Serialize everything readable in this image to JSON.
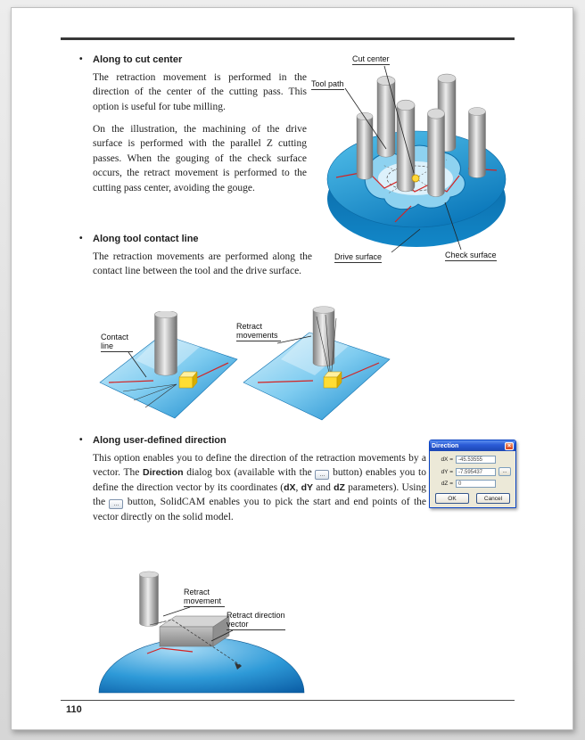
{
  "page_number": "110",
  "bullet": "•",
  "s1": {
    "heading": "Along to cut center",
    "para1": "The retraction movement is performed in the direction of the center of the cutting pass. This option is useful for tube milling.",
    "para2": "On the illustration, the machining of the drive surface is performed with the parallel Z cutting passes. When the gouging of the check surface occurs, the retract movement is performed to the cutting pass center, avoiding the gouge.",
    "label_cut_center": "Cut center",
    "label_tool_path": "Tool path",
    "label_drive_surface": "Drive surface",
    "label_check_surface": "Check surface"
  },
  "s2": {
    "heading": "Along tool contact line",
    "para1": "The retraction movements are performed along the contact line between the tool and the drive surface.",
    "label_contact_line": "Contact line",
    "label_retract_movements": "Retract movements"
  },
  "s3": {
    "heading": "Along user-defined direction",
    "t1": "This option enables you to define the direction of the retraction movements by a vector. The ",
    "b1": "Direction",
    "t2": " dialog box (available with the ",
    "browse": "...",
    "t3": " button) enables you to define the direction vector by its coordinates (",
    "b2": "dX",
    "t4": ", ",
    "b3": "dY",
    "t5": " and ",
    "b4": "dZ",
    "t6": " parameters). Using the ",
    "t7": " button, SolidCAM enables you to pick the start and end points of the vector directly on the solid model.",
    "label_retract_movement": "Retract movement",
    "label_retract_direction_vector": "Retract direction vector"
  },
  "dialog": {
    "title": "Direction",
    "close": "×",
    "rows": [
      {
        "label": "dX =",
        "value": "-45.53555"
      },
      {
        "label": "dY =",
        "value": "-7.595437"
      },
      {
        "label": "dZ =",
        "value": "0"
      }
    ],
    "browse": "...",
    "ok": "OK",
    "cancel": "Cancel"
  }
}
